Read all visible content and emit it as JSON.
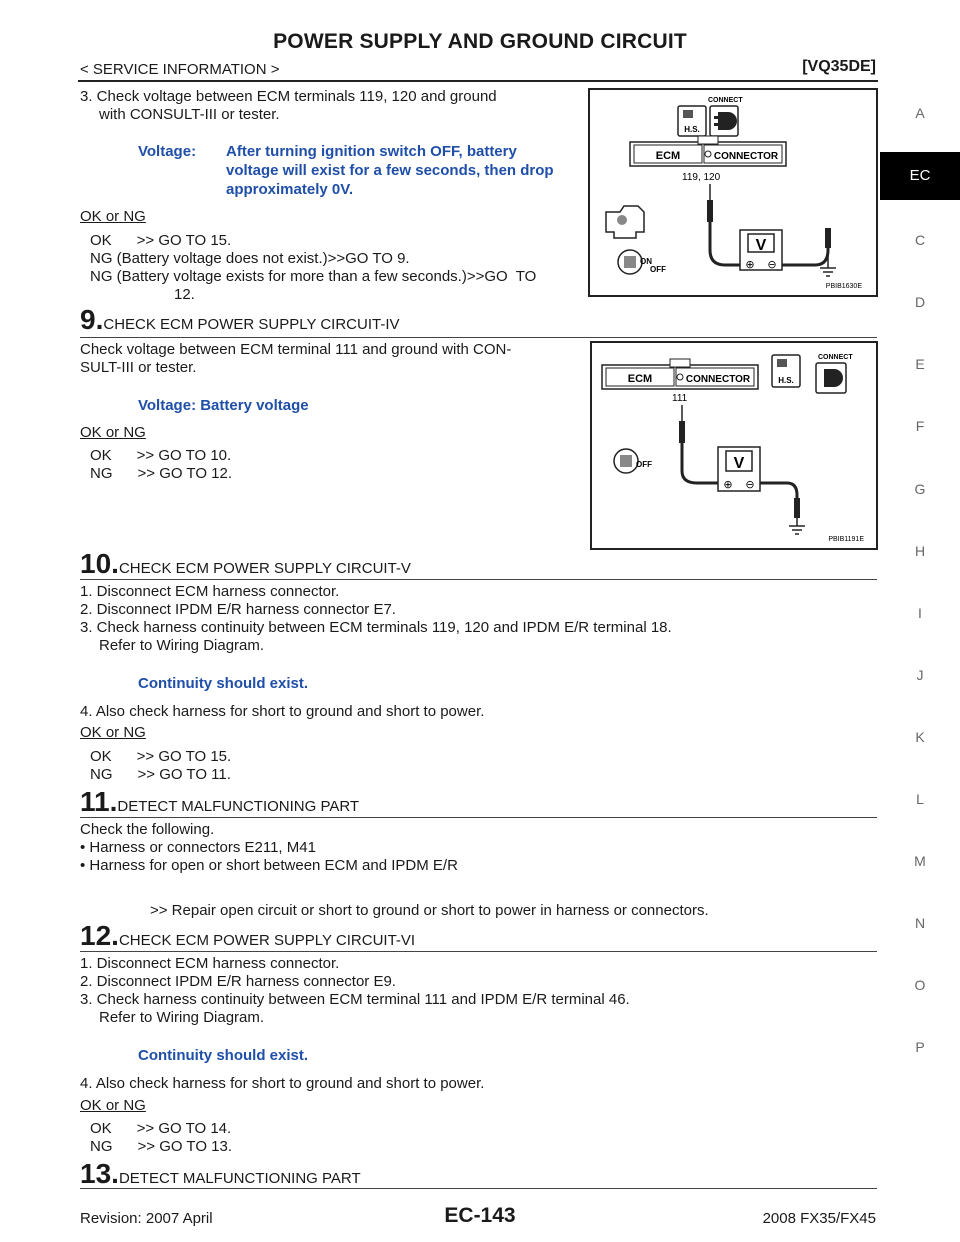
{
  "header": {
    "title": "POWER SUPPLY AND GROUND CIRCUIT",
    "breadcrumb": "< SERVICE INFORMATION >",
    "engine": "[VQ35DE]"
  },
  "side_index": [
    "A",
    "EC",
    "C",
    "D",
    "E",
    "F",
    "G",
    "H",
    "I",
    "J",
    "K",
    "L",
    "M",
    "N",
    "O",
    "P"
  ],
  "side_active": "EC",
  "sec8": {
    "line1": "3. Check voltage between ECM terminals 119, 120 and ground",
    "line2": "with CONSULT-III or tester.",
    "spec_label": "Voltage:",
    "spec1": "After turning ignition switch OFF, battery",
    "spec2": "voltage will exist for a few seconds, then drop",
    "spec3": "approximately 0V.",
    "oknote": "OK or NG",
    "r1": "OK      >> GO TO 15.",
    "r2": "NG (Battery voltage does not exist.)>>GO TO 9.",
    "r3": "NG (Battery voltage exists for more than a few seconds.)>>GO  TO",
    "r4": "12."
  },
  "diagram1": {
    "ecm": "ECM",
    "connector": "CONNECTOR",
    "connect": "CONNECT",
    "hs": "H.S.",
    "terminals": "119, 120",
    "meter": "V",
    "plus": "⊕",
    "minus": "⊖",
    "on": "ON",
    "off": "OFF",
    "code": "PBIB1630E"
  },
  "step9": {
    "num": "9.",
    "label": "CHECK ECM POWER SUPPLY CIRCUIT-IV",
    "line1": "Check voltage between ECM terminal 111 and ground with CON-",
    "line2": "SULT-III or tester.",
    "spec": "Voltage: Battery voltage",
    "oknote": "OK or NG",
    "r1": "OK      >> GO TO 10.",
    "r2": "NG      >> GO TO 12."
  },
  "diagram2": {
    "ecm": "ECM",
    "connector": "CONNECTOR",
    "connect": "CONNECT",
    "hs": "H.S.",
    "terminal": "111",
    "meter": "V",
    "plus": "⊕",
    "minus": "⊖",
    "off": "OFF",
    "code": "PBIB1191E"
  },
  "step10": {
    "num": "10.",
    "label": "CHECK ECM POWER SUPPLY CIRCUIT-V",
    "l1": "1. Disconnect ECM harness connector.",
    "l2": "2. Disconnect IPDM E/R harness connector E7.",
    "l3": "3. Check harness continuity between ECM terminals 119, 120 and IPDM E/R terminal 18.",
    "l4": "Refer to Wiring Diagram.",
    "spec": "Continuity should exist.",
    "l5": "4. Also check harness for short to ground and short to power.",
    "oknote": "OK or NG",
    "r1": "OK      >> GO TO 15.",
    "r2": "NG      >> GO TO 11."
  },
  "step11": {
    "num": "11.",
    "label": "DETECT MALFUNCTIONING PART",
    "l1": "Check the following.",
    "l2": "• Harness or connectors E211, M41",
    "l3": "• Harness for open or short between ECM and IPDM E/R",
    "r1": ">> Repair open circuit or short to ground or short to power in harness or connectors."
  },
  "step12": {
    "num": "12.",
    "label": "CHECK ECM POWER SUPPLY CIRCUIT-VI",
    "l1": "1. Disconnect ECM harness connector.",
    "l2": "2. Disconnect IPDM E/R harness connector E9.",
    "l3": "3. Check harness continuity between ECM terminal 111 and IPDM E/R terminal 46.",
    "l4": "Refer to Wiring Diagram.",
    "spec": "Continuity should exist.",
    "l5": "4. Also check harness for short to ground and short to power.",
    "oknote": "OK or NG",
    "r1": "OK      >> GO TO 14.",
    "r2": "NG      >> GO TO 13."
  },
  "step13": {
    "num": "13.",
    "label": "DETECT MALFUNCTIONING PART"
  },
  "footer": {
    "revision": "Revision: 2007 April",
    "page": "EC-143",
    "model": "2008 FX35/FX45"
  }
}
